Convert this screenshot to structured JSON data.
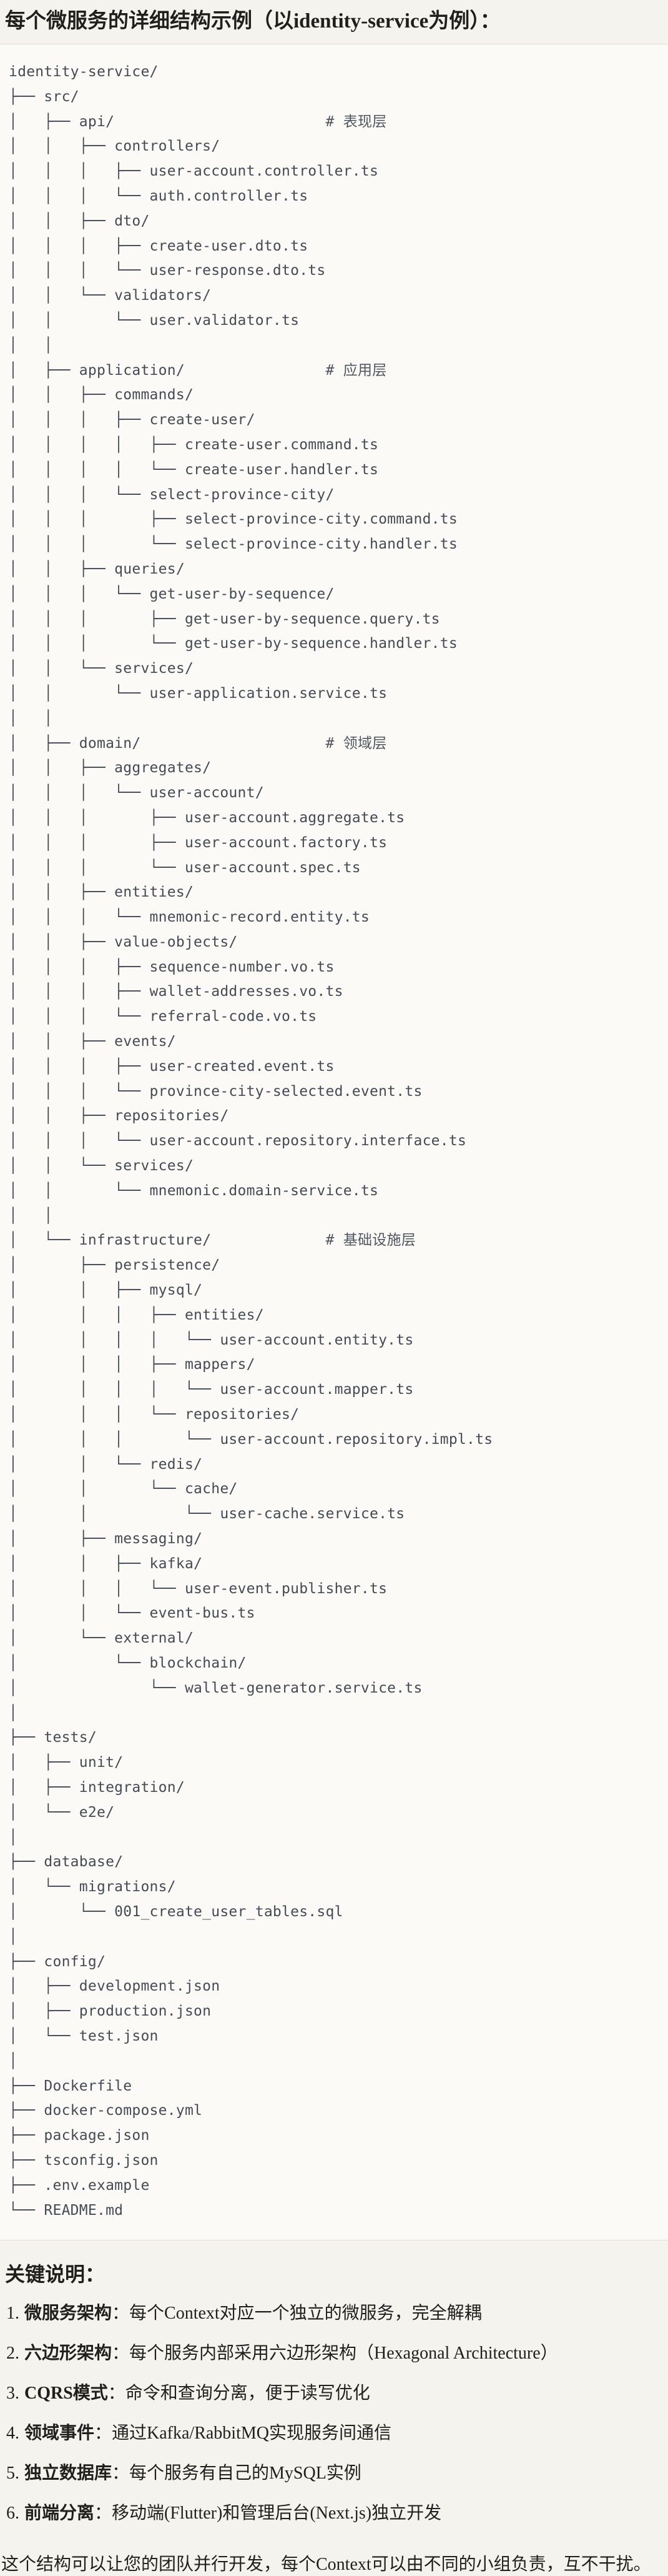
{
  "page": {
    "title": "每个微服务的详细结构示例（以identity-service为例）：",
    "notes_heading": "关键说明：",
    "notes": [
      {
        "num": "1.",
        "term": "微服务架构",
        "desc": "：每个Context对应一个独立的微服务，完全解耦"
      },
      {
        "num": "2.",
        "term": "六边形架构",
        "desc": "：每个服务内部采用六边形架构（Hexagonal Architecture）"
      },
      {
        "num": "3.",
        "term": "CQRS模式",
        "desc": "：命令和查询分离，便于读写优化"
      },
      {
        "num": "4.",
        "term": "领域事件",
        "desc": "：通过Kafka/RabbitMQ实现服务间通信"
      },
      {
        "num": "5.",
        "term": "独立数据库",
        "desc": "：每个服务有自己的MySQL实例"
      },
      {
        "num": "6.",
        "term": "前端分离",
        "desc": "：移动端(Flutter)和管理后台(Next.js)独立开发"
      }
    ],
    "closing": "这个结构可以让您的团队并行开发，每个Context可以由不同的小组负责，互不干扰。"
  },
  "tree": {
    "comment_marker": "#",
    "comment_column": 36,
    "lines": [
      {
        "t": "identity-service/"
      },
      {
        "t": "├── src/"
      },
      {
        "t": "│   ├── api/",
        "c": "表现层"
      },
      {
        "t": "│   │   ├── controllers/"
      },
      {
        "t": "│   │   │   ├── user-account.controller.ts"
      },
      {
        "t": "│   │   │   └── auth.controller.ts"
      },
      {
        "t": "│   │   ├── dto/"
      },
      {
        "t": "│   │   │   ├── create-user.dto.ts"
      },
      {
        "t": "│   │   │   └── user-response.dto.ts"
      },
      {
        "t": "│   │   └── validators/"
      },
      {
        "t": "│   │       └── user.validator.ts"
      },
      {
        "t": "│   │"
      },
      {
        "t": "│   ├── application/",
        "c": "应用层"
      },
      {
        "t": "│   │   ├── commands/"
      },
      {
        "t": "│   │   │   ├── create-user/"
      },
      {
        "t": "│   │   │   │   ├── create-user.command.ts"
      },
      {
        "t": "│   │   │   │   └── create-user.handler.ts"
      },
      {
        "t": "│   │   │   └── select-province-city/"
      },
      {
        "t": "│   │   │       ├── select-province-city.command.ts"
      },
      {
        "t": "│   │   │       └── select-province-city.handler.ts"
      },
      {
        "t": "│   │   ├── queries/"
      },
      {
        "t": "│   │   │   └── get-user-by-sequence/"
      },
      {
        "t": "│   │   │       ├── get-user-by-sequence.query.ts"
      },
      {
        "t": "│   │   │       └── get-user-by-sequence.handler.ts"
      },
      {
        "t": "│   │   └── services/"
      },
      {
        "t": "│   │       └── user-application.service.ts"
      },
      {
        "t": "│   │"
      },
      {
        "t": "│   ├── domain/",
        "c": "领域层"
      },
      {
        "t": "│   │   ├── aggregates/"
      },
      {
        "t": "│   │   │   └── user-account/"
      },
      {
        "t": "│   │   │       ├── user-account.aggregate.ts"
      },
      {
        "t": "│   │   │       ├── user-account.factory.ts"
      },
      {
        "t": "│   │   │       └── user-account.spec.ts"
      },
      {
        "t": "│   │   ├── entities/"
      },
      {
        "t": "│   │   │   └── mnemonic-record.entity.ts"
      },
      {
        "t": "│   │   ├── value-objects/"
      },
      {
        "t": "│   │   │   ├── sequence-number.vo.ts"
      },
      {
        "t": "│   │   │   ├── wallet-addresses.vo.ts"
      },
      {
        "t": "│   │   │   └── referral-code.vo.ts"
      },
      {
        "t": "│   │   ├── events/"
      },
      {
        "t": "│   │   │   ├── user-created.event.ts"
      },
      {
        "t": "│   │   │   └── province-city-selected.event.ts"
      },
      {
        "t": "│   │   ├── repositories/"
      },
      {
        "t": "│   │   │   └── user-account.repository.interface.ts"
      },
      {
        "t": "│   │   └── services/"
      },
      {
        "t": "│   │       └── mnemonic.domain-service.ts"
      },
      {
        "t": "│   │"
      },
      {
        "t": "│   └── infrastructure/",
        "c": "基础设施层"
      },
      {
        "t": "│       ├── persistence/"
      },
      {
        "t": "│       │   ├── mysql/"
      },
      {
        "t": "│       │   │   ├── entities/"
      },
      {
        "t": "│       │   │   │   └── user-account.entity.ts"
      },
      {
        "t": "│       │   │   ├── mappers/"
      },
      {
        "t": "│       │   │   │   └── user-account.mapper.ts"
      },
      {
        "t": "│       │   │   └── repositories/"
      },
      {
        "t": "│       │   │       └── user-account.repository.impl.ts"
      },
      {
        "t": "│       │   └── redis/"
      },
      {
        "t": "│       │       └── cache/"
      },
      {
        "t": "│       │           └── user-cache.service.ts"
      },
      {
        "t": "│       ├── messaging/"
      },
      {
        "t": "│       │   ├── kafka/"
      },
      {
        "t": "│       │   │   └── user-event.publisher.ts"
      },
      {
        "t": "│       │   └── event-bus.ts"
      },
      {
        "t": "│       └── external/"
      },
      {
        "t": "│           └── blockchain/"
      },
      {
        "t": "│               └── wallet-generator.service.ts"
      },
      {
        "t": "│"
      },
      {
        "t": "├── tests/"
      },
      {
        "t": "│   ├── unit/"
      },
      {
        "t": "│   ├── integration/"
      },
      {
        "t": "│   └── e2e/"
      },
      {
        "t": "│"
      },
      {
        "t": "├── database/"
      },
      {
        "t": "│   └── migrations/"
      },
      {
        "t": "│       └── 001_create_user_tables.sql"
      },
      {
        "t": "│"
      },
      {
        "t": "├── config/"
      },
      {
        "t": "│   ├── development.json"
      },
      {
        "t": "│   ├── production.json"
      },
      {
        "t": "│   └── test.json"
      },
      {
        "t": "│"
      },
      {
        "t": "├── Dockerfile"
      },
      {
        "t": "├── docker-compose.yml"
      },
      {
        "t": "├── package.json"
      },
      {
        "t": "├── tsconfig.json"
      },
      {
        "t": "├── .env.example"
      },
      {
        "t": "└── README.md"
      }
    ]
  }
}
